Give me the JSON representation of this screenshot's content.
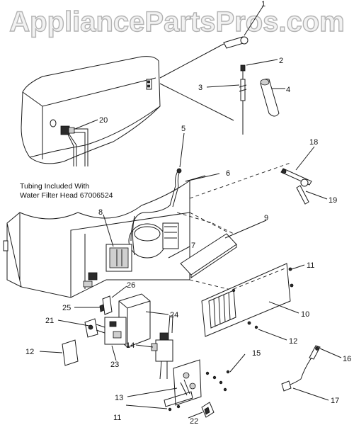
{
  "watermark": {
    "text": "AppliancePartsPros.com",
    "fill": "#f2f2f2",
    "stroke": "#b3b3b3"
  },
  "note": {
    "line1": "Tubing Included With",
    "line2": "Water Filter Head 67006524"
  },
  "callouts": {
    "c1": "1",
    "c2": "2",
    "c3": "3",
    "c4": "4",
    "c5": "5",
    "c6": "6",
    "c7": "7",
    "c8": "8",
    "c9": "9",
    "c10": "10",
    "c11a": "11",
    "c11b": "11",
    "c12a": "12",
    "c12b": "12",
    "c13": "13",
    "c14": "14",
    "c15": "15",
    "c16": "16",
    "c17": "17",
    "c18": "18",
    "c19": "19",
    "c20": "20",
    "c21": "21",
    "c22": "22",
    "c23": "23",
    "c24": "24",
    "c25": "25",
    "c26": "26"
  }
}
